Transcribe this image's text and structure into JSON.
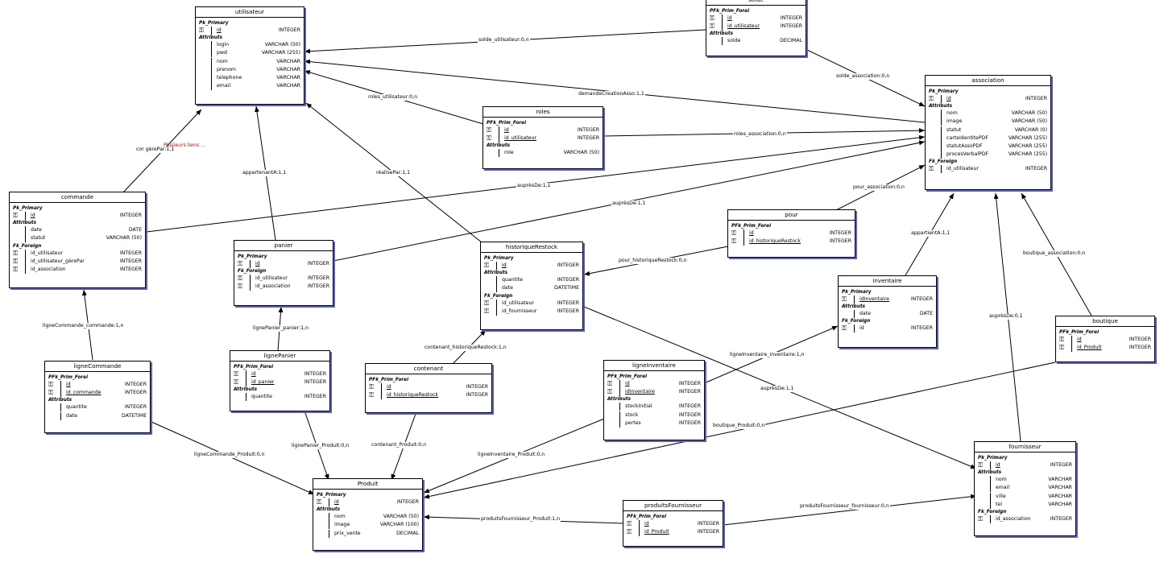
{
  "entities": {
    "utilisateur": {
      "title": "utilisateur",
      "sections": [
        {
          "label": "Pk_Primary",
          "fields": [
            {
              "key": true,
              "underline": true,
              "name": "id",
              "type": "INTEGER"
            }
          ]
        },
        {
          "label": "Attributs",
          "fields": [
            {
              "name": "login",
              "type": "VARCHAR (50)"
            },
            {
              "name": "pwd",
              "type": "VARCHAR (255)"
            },
            {
              "name": "nom",
              "type": "VARCHAR"
            },
            {
              "name": "prenom",
              "type": "VARCHAR"
            },
            {
              "name": "telephone",
              "type": "VARCHAR"
            },
            {
              "name": "email",
              "type": "VARCHAR"
            }
          ]
        }
      ]
    },
    "solde": {
      "title": "solde",
      "sections": [
        {
          "label": "PFk_Prim_Forei",
          "fields": [
            {
              "key": true,
              "underline": true,
              "name": "id",
              "type": "INTEGER"
            },
            {
              "key": true,
              "underline": true,
              "name": "id_utilisateur",
              "type": "INTEGER"
            }
          ]
        },
        {
          "label": "Attributs",
          "fields": [
            {
              "name": "solde",
              "type": "DECIMAL"
            }
          ]
        }
      ]
    },
    "association": {
      "title": "association",
      "sections": [
        {
          "label": "Pk_Primary",
          "fields": [
            {
              "key": true,
              "underline": true,
              "name": "id",
              "type": "INTEGER"
            }
          ]
        },
        {
          "label": "Attributs",
          "fields": [
            {
              "name": "nom",
              "type": "VARCHAR (50)"
            },
            {
              "name": "image",
              "type": "VARCHAR (50)"
            },
            {
              "name": "statut",
              "type": "VARCHAR (0)"
            },
            {
              "name": "carteIdentitePDF",
              "type": "VARCHAR (255)"
            },
            {
              "name": "statutAssoPDF",
              "type": "VARCHAR (255)"
            },
            {
              "name": "procesVerbalPDF",
              "type": "VARCHAR (255)"
            }
          ]
        },
        {
          "label": "Fk_Foreign",
          "fields": [
            {
              "key": true,
              "name": "id_utilisateur",
              "type": "INTEGER"
            }
          ]
        }
      ]
    },
    "roles": {
      "title": "roles",
      "sections": [
        {
          "label": "PFk_Prim_Forei",
          "fields": [
            {
              "key": true,
              "underline": true,
              "name": "id",
              "type": "INTEGER"
            },
            {
              "key": true,
              "underline": true,
              "name": "id_utilisateur",
              "type": "INTEGER"
            }
          ]
        },
        {
          "label": "Attributs",
          "fields": [
            {
              "name": "role",
              "type": "VARCHAR (50)"
            }
          ]
        }
      ]
    },
    "commande": {
      "title": "commande",
      "sections": [
        {
          "label": "Pk_Primary",
          "fields": [
            {
              "key": true,
              "underline": true,
              "name": "id",
              "type": "INTEGER"
            }
          ]
        },
        {
          "label": "Attributs",
          "fields": [
            {
              "name": "date",
              "type": "DATE"
            },
            {
              "name": "statut",
              "type": "VARCHAR (50)"
            }
          ]
        },
        {
          "label": "Fk_Foreign",
          "fields": [
            {
              "key": true,
              "name": "id_utilisateur",
              "type": "INTEGER"
            },
            {
              "key": true,
              "name": "id_utilisateur_gèrePar",
              "type": "INTEGER"
            },
            {
              "key": true,
              "name": "id_association",
              "type": "INTEGER"
            }
          ]
        }
      ]
    },
    "panier": {
      "title": "panier",
      "sections": [
        {
          "label": "Pk_Primary",
          "fields": [
            {
              "key": true,
              "underline": true,
              "name": "id",
              "type": "INTEGER"
            }
          ]
        },
        {
          "label": "Fk_Foreign",
          "fields": [
            {
              "key": true,
              "name": "id_utilisateur",
              "type": "INTEGER"
            },
            {
              "key": true,
              "name": "id_association",
              "type": "INTEGER"
            }
          ]
        }
      ]
    },
    "historiqueRestock": {
      "title": "historiqueRestock",
      "sections": [
        {
          "label": "Pk_Primary",
          "fields": [
            {
              "key": true,
              "underline": true,
              "name": "id",
              "type": "INTEGER"
            }
          ]
        },
        {
          "label": "Attributs",
          "fields": [
            {
              "name": "quantite",
              "type": "INTEGER"
            },
            {
              "name": "date",
              "type": "DATETIME"
            }
          ]
        },
        {
          "label": "Fk_Foreign",
          "fields": [
            {
              "key": true,
              "name": "id_utilisateur",
              "type": "INTEGER"
            },
            {
              "key": true,
              "name": "id_fournisseur",
              "type": "INTEGER"
            }
          ]
        }
      ]
    },
    "pour": {
      "title": "pour",
      "sections": [
        {
          "label": "PFk_Prim_Forei",
          "fields": [
            {
              "key": true,
              "underline": true,
              "name": "id",
              "type": "INTEGER"
            },
            {
              "key": true,
              "underline": true,
              "name": "id_historiqueRestock",
              "type": "INTEGER"
            }
          ]
        }
      ]
    },
    "inventaire": {
      "title": "inventaire",
      "sections": [
        {
          "label": "Pk_Primary",
          "fields": [
            {
              "key": true,
              "underline": true,
              "name": "idInventaire",
              "type": "INTEGER"
            }
          ]
        },
        {
          "label": "Attributs",
          "fields": [
            {
              "name": "date",
              "type": "DATE"
            }
          ]
        },
        {
          "label": "Fk_Foreign",
          "fields": [
            {
              "key": true,
              "name": "id",
              "type": "INTEGER"
            }
          ]
        }
      ]
    },
    "boutique": {
      "title": "boutique",
      "sections": [
        {
          "label": "PFk_Prim_Forei",
          "fields": [
            {
              "key": true,
              "underline": true,
              "name": "id",
              "type": "INTEGER"
            },
            {
              "key": true,
              "underline": true,
              "name": "id_Produit",
              "type": "INTEGER"
            }
          ]
        }
      ]
    },
    "ligneCommande": {
      "title": "ligneCommande",
      "sections": [
        {
          "label": "PFk_Prim_Forei",
          "fields": [
            {
              "key": true,
              "underline": true,
              "name": "id",
              "type": "INTEGER"
            },
            {
              "key": true,
              "underline": true,
              "name": "id_commande",
              "type": "INTEGER"
            }
          ]
        },
        {
          "label": "Attributs",
          "fields": [
            {
              "name": "quantite",
              "type": "INTEGER"
            },
            {
              "name": "date",
              "type": "DATETIME"
            }
          ]
        }
      ]
    },
    "lignePanier": {
      "title": "lignePanier",
      "sections": [
        {
          "label": "PFk_Prim_Forei",
          "fields": [
            {
              "key": true,
              "underline": true,
              "name": "id",
              "type": "INTEGER"
            },
            {
              "key": true,
              "underline": true,
              "name": "id_panier",
              "type": "INTEGER"
            }
          ]
        },
        {
          "label": "Attributs",
          "fields": [
            {
              "name": "quantite",
              "type": "INTEGER"
            }
          ]
        }
      ]
    },
    "contenant": {
      "title": "contenant",
      "sections": [
        {
          "label": "PFk_Prim_Forei",
          "fields": [
            {
              "key": true,
              "underline": true,
              "name": "id",
              "type": "INTEGER"
            },
            {
              "key": true,
              "underline": true,
              "name": "id_historiqueRestock",
              "type": "INTEGER"
            }
          ]
        }
      ]
    },
    "ligneInventaire": {
      "title": "ligneInventaire",
      "sections": [
        {
          "label": "PFk_Prim_Forei",
          "fields": [
            {
              "key": true,
              "underline": true,
              "name": "id",
              "type": "INTEGER"
            },
            {
              "key": true,
              "underline": true,
              "name": "idInventaire",
              "type": "INTEGER"
            }
          ]
        },
        {
          "label": "Attributs",
          "fields": [
            {
              "name": "stockInitial",
              "type": "INTEGER"
            },
            {
              "name": "stock",
              "type": "INTEGER"
            },
            {
              "name": "pertes",
              "type": "INTEGER"
            }
          ]
        }
      ]
    },
    "fournisseur": {
      "title": "fournisseur",
      "sections": [
        {
          "label": "Pk_Primary",
          "fields": [
            {
              "key": true,
              "underline": true,
              "name": "id",
              "type": "INTEGER"
            }
          ]
        },
        {
          "label": "Attributs",
          "fields": [
            {
              "name": "nom",
              "type": "VARCHAR"
            },
            {
              "name": "email",
              "type": "VARCHAR"
            },
            {
              "name": "ville",
              "type": "VARCHAR"
            },
            {
              "name": "tel",
              "type": "VARCHAR"
            }
          ]
        },
        {
          "label": "Fk_Foreign",
          "fields": [
            {
              "key": true,
              "name": "id_association",
              "type": "INTEGER"
            }
          ]
        }
      ]
    },
    "Produit": {
      "title": "Produit",
      "sections": [
        {
          "label": "Pk_Primary",
          "fields": [
            {
              "key": true,
              "underline": true,
              "name": "id",
              "type": "INTEGER"
            }
          ]
        },
        {
          "label": "Attributs",
          "fields": [
            {
              "name": "nom",
              "type": "VARCHAR (50)"
            },
            {
              "name": "image",
              "type": "VARCHAR (100)"
            },
            {
              "name": "prix_vente",
              "type": "DECIMAL"
            }
          ]
        }
      ]
    },
    "produitsFournisseur": {
      "title": "produitsFournisseur",
      "sections": [
        {
          "label": "PFk_Prim_Forei",
          "fields": [
            {
              "key": true,
              "underline": true,
              "name": "id",
              "type": "INTEGER"
            },
            {
              "key": true,
              "underline": true,
              "name": "id_Produit",
              "type": "INTEGER"
            }
          ]
        }
      ]
    }
  },
  "relation_labels": {
    "solde_utilisateur": "solde_utilisateur:0,n",
    "solde_association": "solde_association:0,n",
    "demandeCreationAsso": "demandeCreationAsso:1,1",
    "roles_utilisateur": "roles_utilisateur:0,n",
    "roles_association": "roles_association:0,n",
    "commande_gerePar": "cor gèrePar:1,1",
    "plusieurs_liens": "Plusieurs liens ...",
    "appartenantA": "appartenantA:1,1",
    "realisePar": "réalisePar:1,1",
    "aupresDe_commande": "auprèsDe:1,1",
    "aupresDe_panier": "auprèsDe:1,1",
    "pour_association": "pour_association:0,n",
    "pour_historiqueRestock": "pour_historiqueRestock:0,n",
    "appartientA": "appartientA:1,1",
    "boutique_association": "boutique_association:0,n",
    "aupresDe_fournisseur": "auprèsDe:0,1",
    "ligneCommande_commande": "ligneCommande_commande:1,n",
    "lignePanier_panier": "lignePanier_panier:1,n",
    "contenant_historiqueRestock": "contenant_historiqueRestock:1,n",
    "ligneInventaire_inventaire": "ligneInventaire_inventaire:1,n",
    "aupresDe_historique": "auprèsDe:1,1",
    "boutique_Produit": "boutique_Produit:0,n",
    "ligneCommande_Produit": "ligneCommande_Produit:0,n",
    "lignePanier_Produit": "lignePanier_Produit:0,n",
    "contenant_Produit": "contenant_Produit:0,n",
    "ligneInventaire_Produit": "ligneInventaire_Produit:0,n",
    "produitsFournisseur_Produit": "produitsFournisseur_Produit:1,n",
    "produitsFournisseur_fournisseur": "produitsFournisseur_fournisseur:0,n"
  },
  "colors": {
    "line": "#000000",
    "shadow": "#5560c9",
    "warning": "#e00000"
  },
  "icons": {
    "key": "key-icon"
  }
}
